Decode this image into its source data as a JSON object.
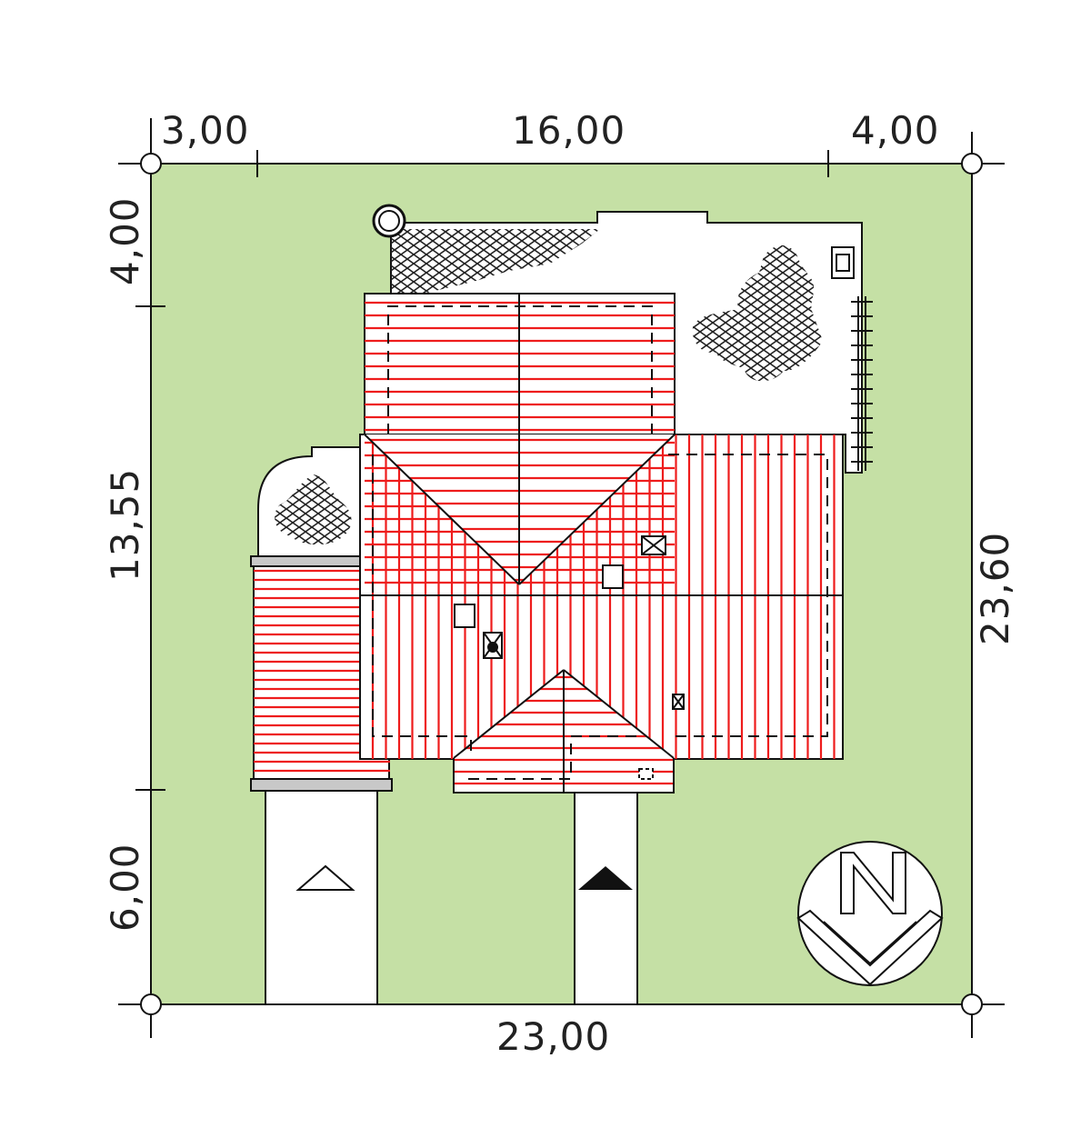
{
  "colors": {
    "plot": "#c5e0a5",
    "roof_line": "#ee1c1c",
    "paving": "#ffffff",
    "ink": "#111111"
  },
  "dimensions": {
    "top_left": "3,00",
    "top_middle": "16,00",
    "top_right": "4,00",
    "left_top": "4,00",
    "left_middle": "13,55",
    "left_bottom": "6,00",
    "right": "23,60",
    "bottom": "23,00"
  },
  "entrances": [
    {
      "name": "garage-entrance",
      "marker": "open-triangle"
    },
    {
      "name": "main-entrance",
      "marker": "filled-triangle"
    }
  ],
  "north_arrow": {
    "letter": "N"
  },
  "icons": {
    "north": "north-arrow-icon",
    "chimney": "chimney-icon",
    "skylight": "roof-window-icon"
  }
}
